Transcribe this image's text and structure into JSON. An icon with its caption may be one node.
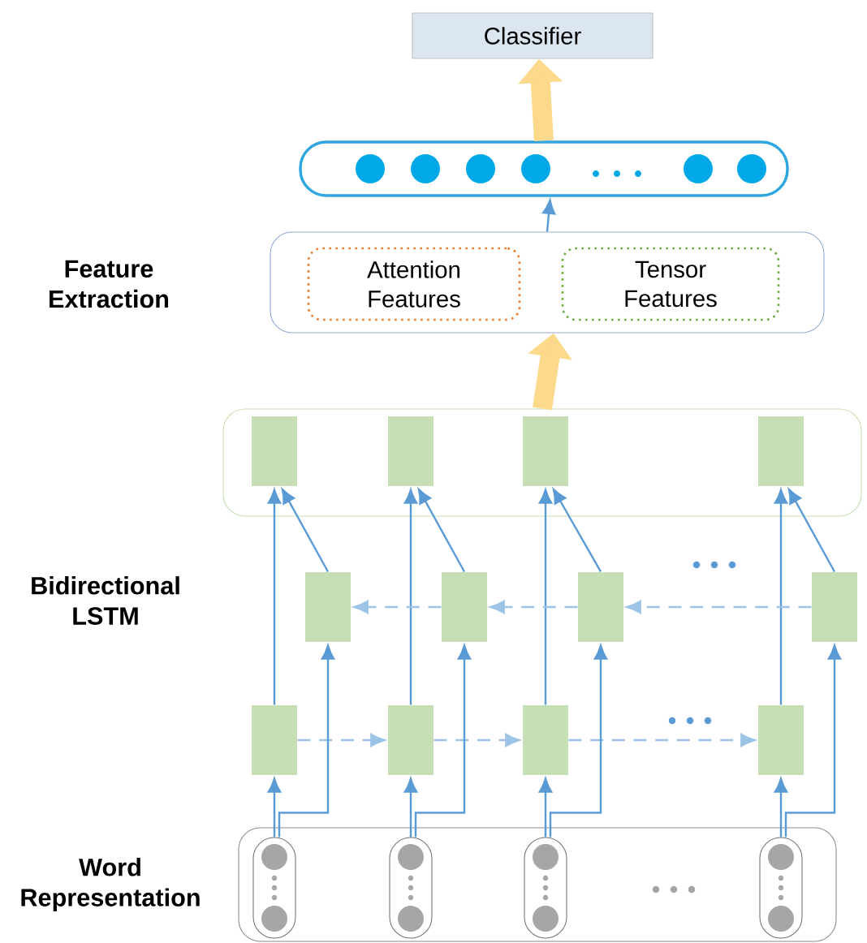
{
  "diagram": {
    "nodes": [
      {
        "text": [
          "Classifier"
        ]
      },
      {
        "text": [],
        "shape": "box"
      },
      {
        "text": [],
        "shape": "box"
      },
      {
        "text": [
          "Attention Features"
        ],
        "in": 2
      },
      {
        "text": [
          "Tensor Features"
        ],
        "in": 2
      },
      {
        "text": [],
        "shape": "box"
      },
      {
        "text": [],
        "shape": "box",
        "in": 5
      },
      {
        "text": [],
        "shape": "box",
        "in": 5
      },
      {
        "text": [],
        "shape": "box",
        "in": 5
      },
      {
        "text": [],
        "shape": "box",
        "in": 5
      },
      {
        "text": [],
        "shape": "box"
      },
      {
        "text": [],
        "shape": "box"
      },
      {
        "text": [],
        "shape": "box"
      },
      {
        "text": [],
        "shape": "box"
      },
      {
        "text": [],
        "shape": "box"
      },
      {
        "text": [],
        "shape": "box"
      },
      {
        "text": [],
        "shape": "box"
      },
      {
        "text": [],
        "shape": "box"
      },
      {
        "text": [],
        "shape": "box"
      },
      {
        "text": [],
        "shape": "box",
        "in": 18
      },
      {
        "text": [],
        "shape": "box",
        "in": 18
      },
      {
        "text": [],
        "shape": "box",
        "in": 18
      },
      {
        "text": [],
        "shape": "box",
        "in": 18
      }
    ],
    "edges": [
      {
        "from": 1,
        "to": 0,
        "arrow": "to",
        "style": "thick",
        "color": "#fcd98b"
      },
      {
        "from": 2,
        "to": 1,
        "arrow": "to"
      },
      {
        "from": 5,
        "to": 2,
        "arrow": "to",
        "style": "thick",
        "color": "#fcd98b"
      },
      {
        "from": 14,
        "to": 6,
        "arrow": "to"
      },
      {
        "from": 15,
        "to": 7,
        "arrow": "to"
      },
      {
        "from": 16,
        "to": 8,
        "arrow": "to"
      },
      {
        "from": 17,
        "to": 9,
        "arrow": "to"
      },
      {
        "from": 10,
        "to": 6,
        "arrow": "to"
      },
      {
        "from": 11,
        "to": 7,
        "arrow": "to"
      },
      {
        "from": 12,
        "to": 8,
        "arrow": "to"
      },
      {
        "from": 13,
        "to": 9,
        "arrow": "to"
      },
      {
        "from": 14,
        "to": 15,
        "arrow": "to",
        "style": "dashed",
        "color": "#9dc3e6"
      },
      {
        "from": 15,
        "to": 16,
        "arrow": "to",
        "style": "dashed",
        "color": "#9dc3e6"
      },
      {
        "from": 16,
        "to": 17,
        "arrow": "to",
        "style": "dashed",
        "color": "#9dc3e6"
      },
      {
        "from": 13,
        "to": 12,
        "arrow": "to",
        "style": "dashed",
        "color": "#9dc3e6"
      },
      {
        "from": 12,
        "to": 11,
        "arrow": "to",
        "style": "dashed",
        "color": "#9dc3e6"
      },
      {
        "from": 11,
        "to": 10,
        "arrow": "to",
        "style": "dashed",
        "color": "#9dc3e6"
      },
      {
        "from": 19,
        "to": 14,
        "arrow": "to"
      },
      {
        "from": 20,
        "to": 15,
        "arrow": "to"
      },
      {
        "from": 21,
        "to": 16,
        "arrow": "to"
      },
      {
        "from": 22,
        "to": 17,
        "arrow": "to"
      },
      {
        "from": 19,
        "to": 10,
        "arrow": "to"
      },
      {
        "from": 20,
        "to": 11,
        "arrow": "to"
      },
      {
        "from": 21,
        "to": 12,
        "arrow": "to"
      },
      {
        "from": 22,
        "to": 13,
        "arrow": "to"
      }
    ],
    "labels": [
      "Feature Extraction",
      "Bidirectional LSTM",
      "Word Representation"
    ]
  }
}
